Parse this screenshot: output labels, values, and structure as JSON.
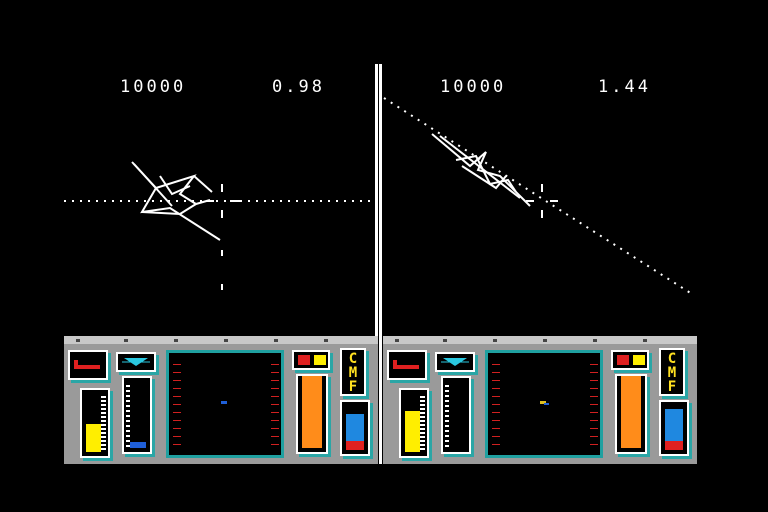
{
  "left_view": {
    "score": "10000",
    "value": "0.98"
  },
  "right_view": {
    "score": "10000",
    "value": "1.44"
  },
  "left_panel": {
    "cmf_letters": [
      "C",
      "M",
      "F"
    ],
    "gauge_yellow_level": 0.42,
    "gauge_blue_level": 0.08,
    "gauge_orange_level": 0.95,
    "gauge_shield_level": 0.7
  },
  "right_panel": {
    "cmf_letters": [
      "C",
      "M",
      "F"
    ],
    "gauge_yellow_level": 0.62,
    "gauge_blue_level": 0.0,
    "gauge_orange_level": 0.95,
    "gauge_shield_level": 0.78
  },
  "colors": {
    "panel_gray": "#9a9a9a",
    "cyan": "#2aa6a6",
    "yellow": "#ffee00",
    "orange": "#ff8c1a",
    "red": "#e02020",
    "blue": "#1f5fd8"
  }
}
